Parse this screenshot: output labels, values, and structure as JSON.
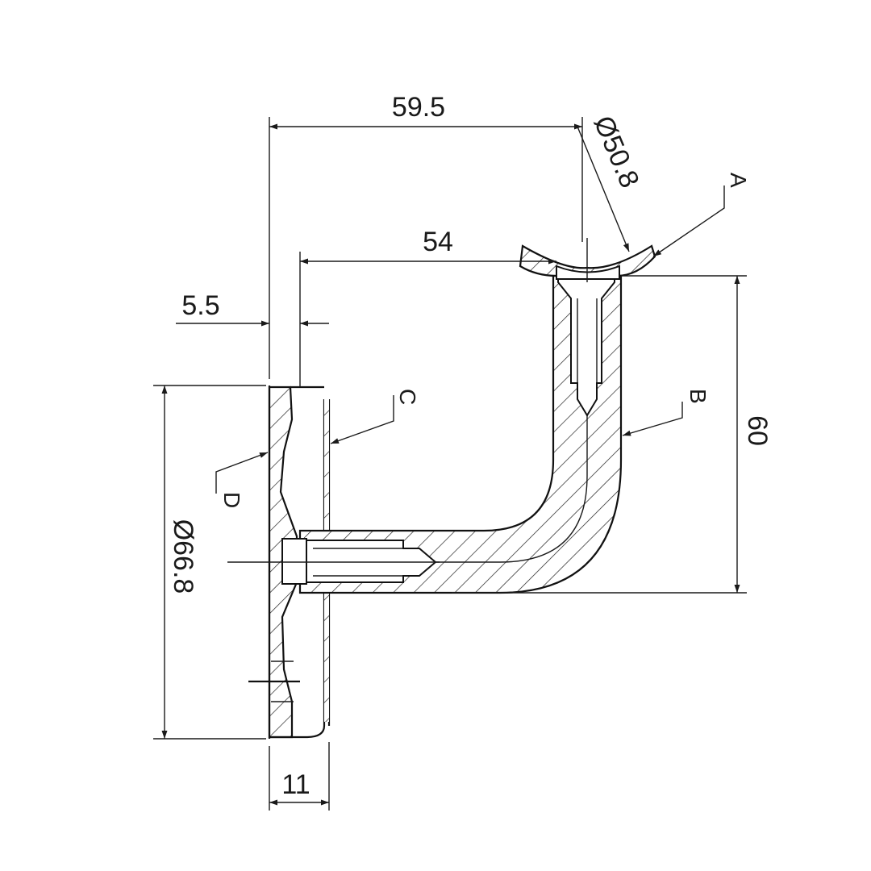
{
  "dimensions": {
    "arm_length": "59.5",
    "saddle_diameter": "Ø50.8",
    "inner_length": "54",
    "plate_offset": "5.5",
    "height": "60",
    "plate_diameter": "Ø66.8",
    "plate_thickness": "11"
  },
  "callouts": {
    "a": "A",
    "b": "B",
    "c": "C",
    "d": "D"
  }
}
